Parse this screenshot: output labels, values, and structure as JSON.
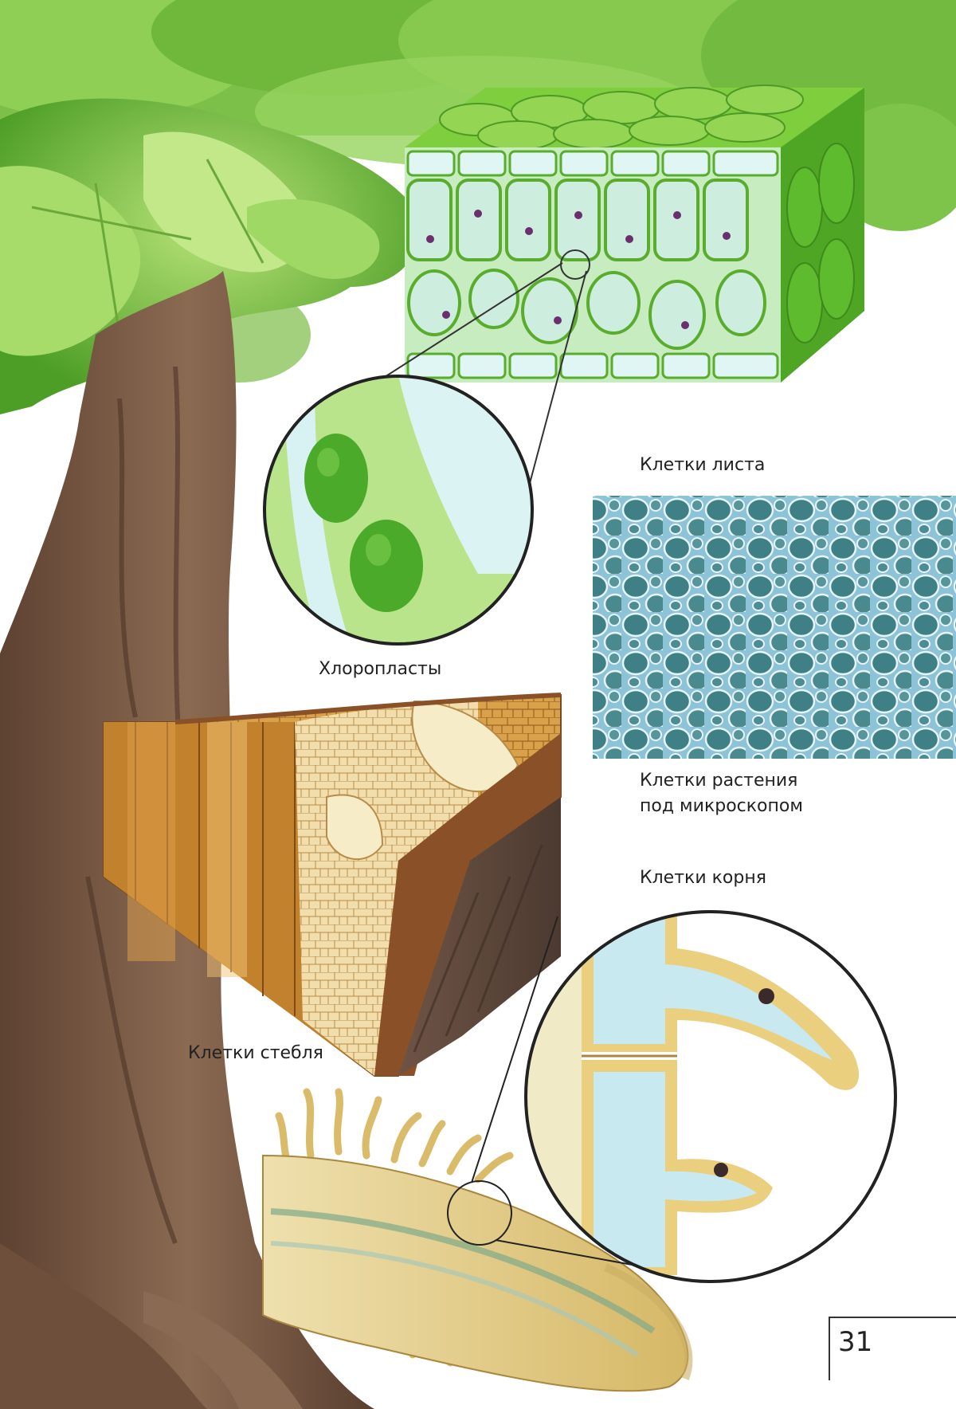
{
  "labels": {
    "leaf_cells": "Клетки листа",
    "chloroplasts": "Хлоропласты",
    "microscope_line1": "Клетки растения",
    "microscope_line2": "под микроскопом",
    "root_cells": "Клетки корня",
    "stem_cells": "Клетки стебля"
  },
  "page_number": "31",
  "colors": {
    "foliage": "#5cb82e",
    "leaf_cell": "#8bd24a",
    "vacuole": "#c9ecee",
    "nucleus": "#6b2e6e",
    "trunk": "#7a5a44",
    "stem_wood": "#c8892f",
    "root": "#e7cf8a",
    "micro_bg": "#5fa6c0"
  }
}
